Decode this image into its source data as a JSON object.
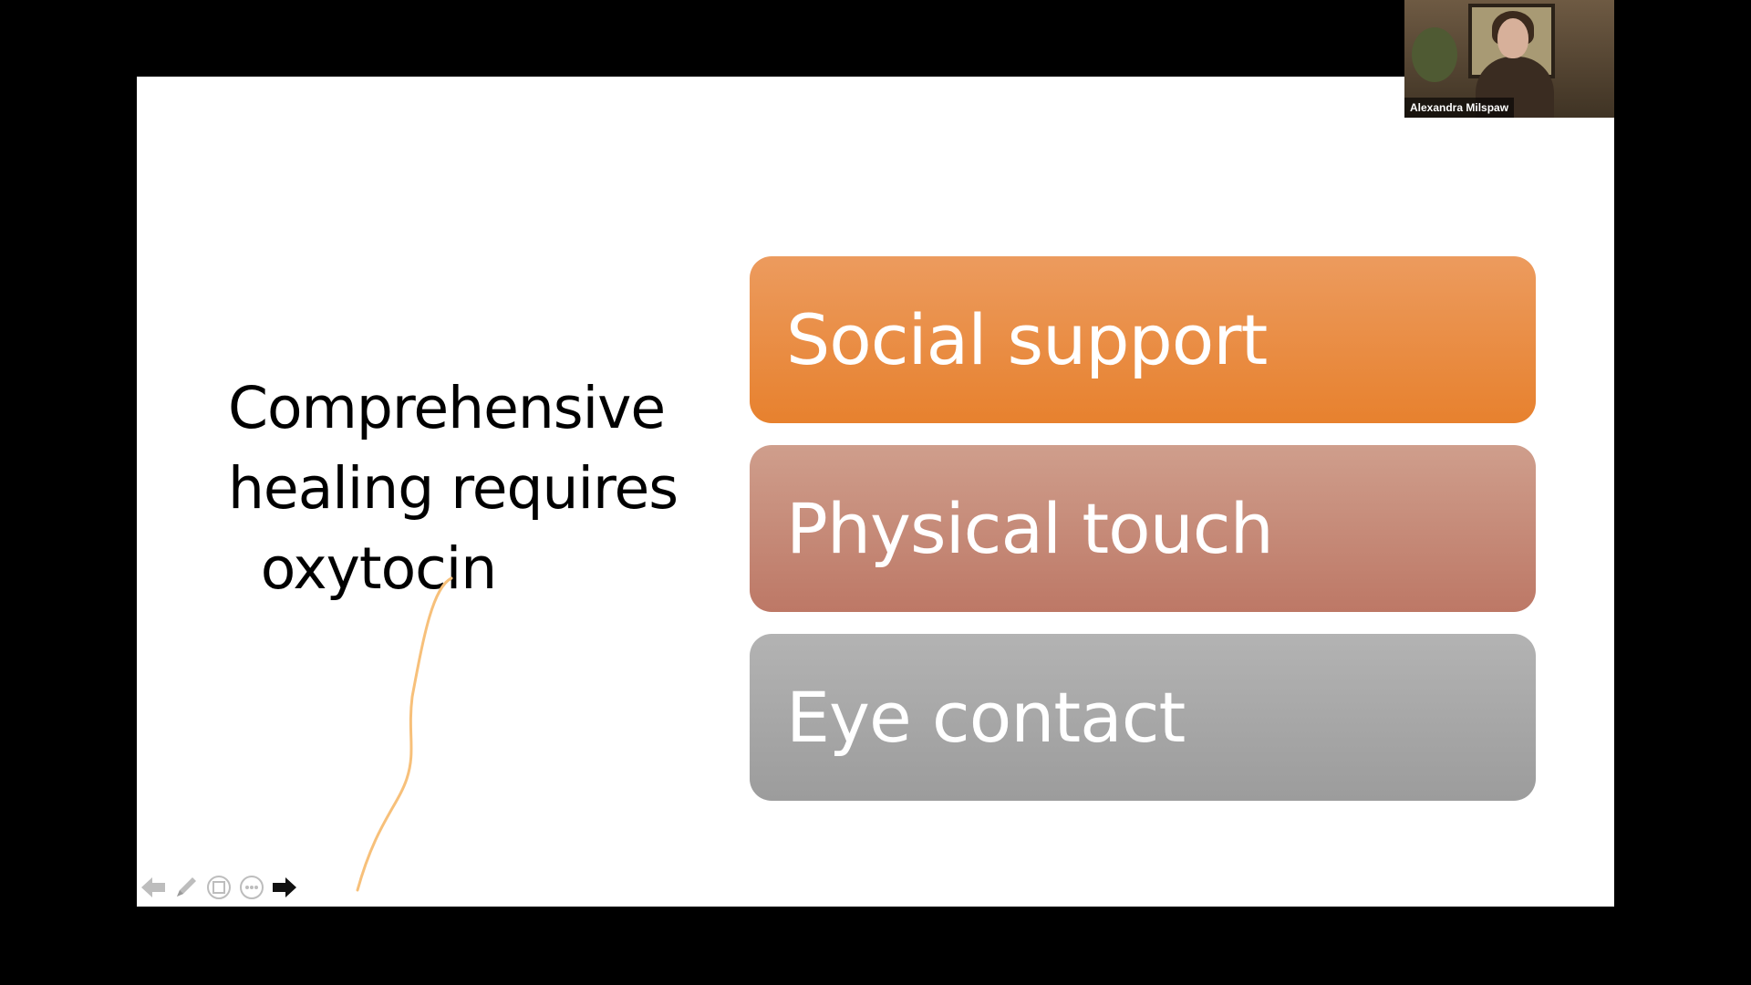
{
  "slide": {
    "title_lines": [
      "Comprehensive",
      "healing requires",
      "oxytocin"
    ],
    "blocks": [
      {
        "label": "Social support",
        "color": "#e8843a"
      },
      {
        "label": "Physical touch",
        "color": "#c4826f"
      },
      {
        "label": "Eye contact",
        "color": "#a6a6a6"
      }
    ]
  },
  "annotation": {
    "color": "#f7c07a"
  },
  "controls": {
    "icons": [
      "arrow-left-icon",
      "pen-icon",
      "slide-grid-icon",
      "more-options-icon",
      "arrow-right-icon"
    ]
  },
  "participant": {
    "name": "Alexandra Milspaw"
  }
}
